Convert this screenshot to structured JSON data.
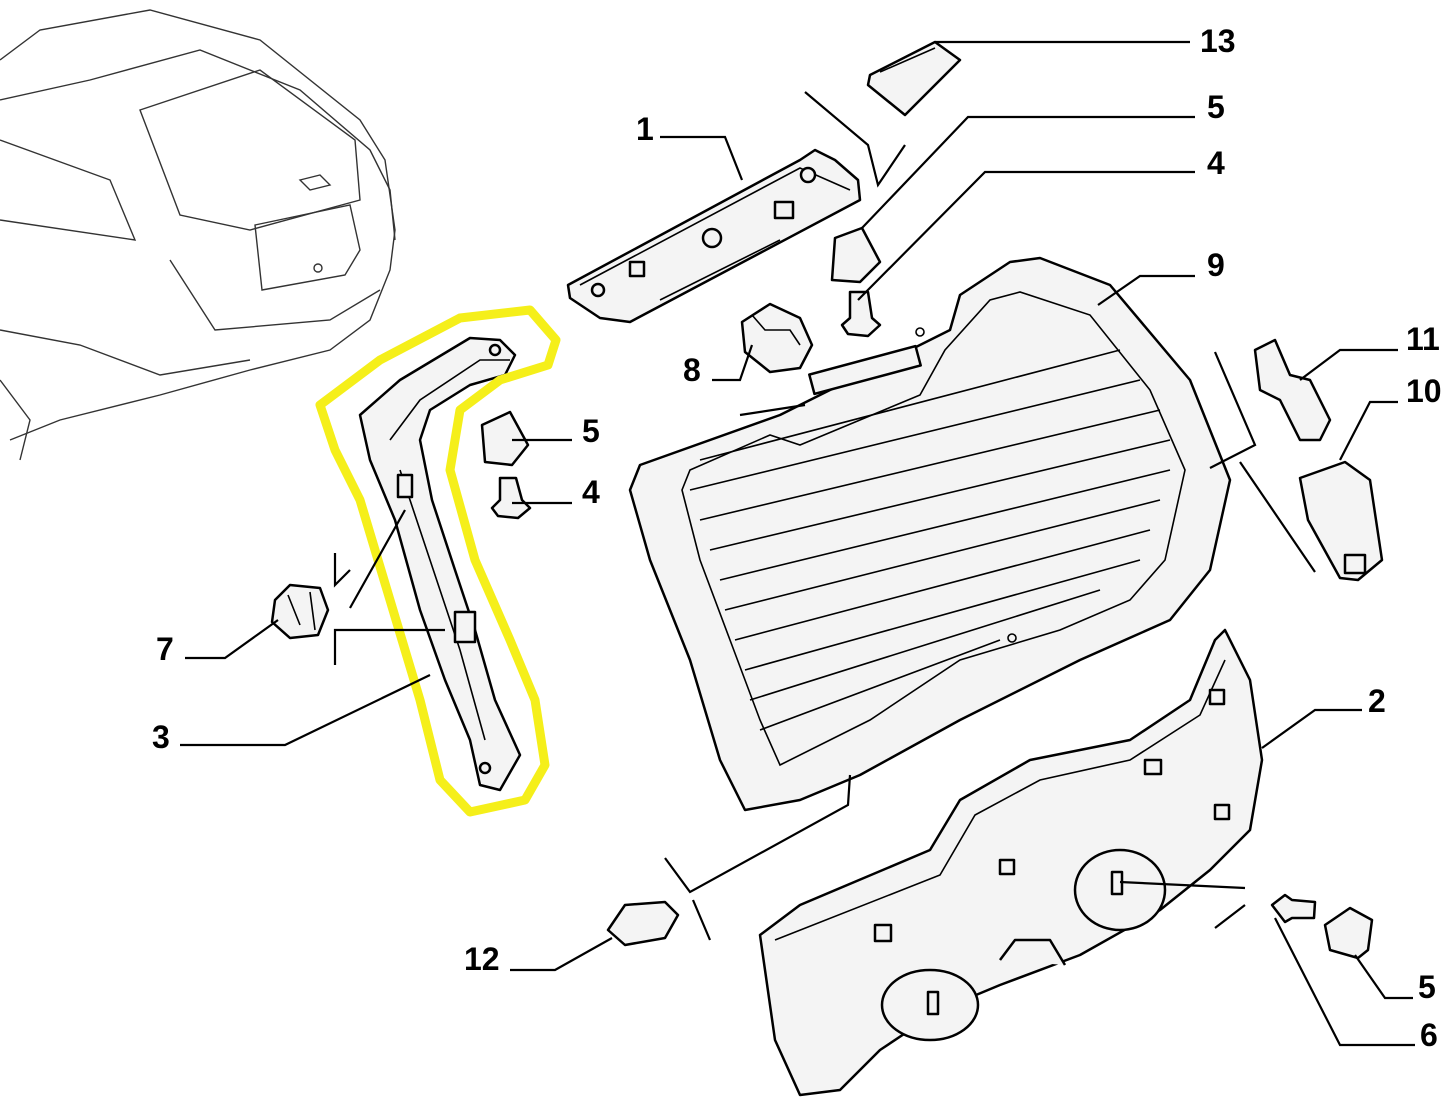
{
  "diagram": {
    "title": "Tailgate trim exploded parts diagram",
    "highlight_color": "#f5ef1a",
    "highlighted_part": "3",
    "callouts": [
      {
        "id": "13",
        "text": "13"
      },
      {
        "id": "5a",
        "text": "5"
      },
      {
        "id": "1",
        "text": "1"
      },
      {
        "id": "4a",
        "text": "4"
      },
      {
        "id": "9",
        "text": "9"
      },
      {
        "id": "8",
        "text": "8"
      },
      {
        "id": "5b",
        "text": "5"
      },
      {
        "id": "4b",
        "text": "4"
      },
      {
        "id": "11",
        "text": "11"
      },
      {
        "id": "10",
        "text": "10"
      },
      {
        "id": "7",
        "text": "7"
      },
      {
        "id": "3",
        "text": "3"
      },
      {
        "id": "2",
        "text": "2"
      },
      {
        "id": "12",
        "text": "12"
      },
      {
        "id": "5c",
        "text": "5"
      },
      {
        "id": "6",
        "text": "6"
      }
    ]
  }
}
